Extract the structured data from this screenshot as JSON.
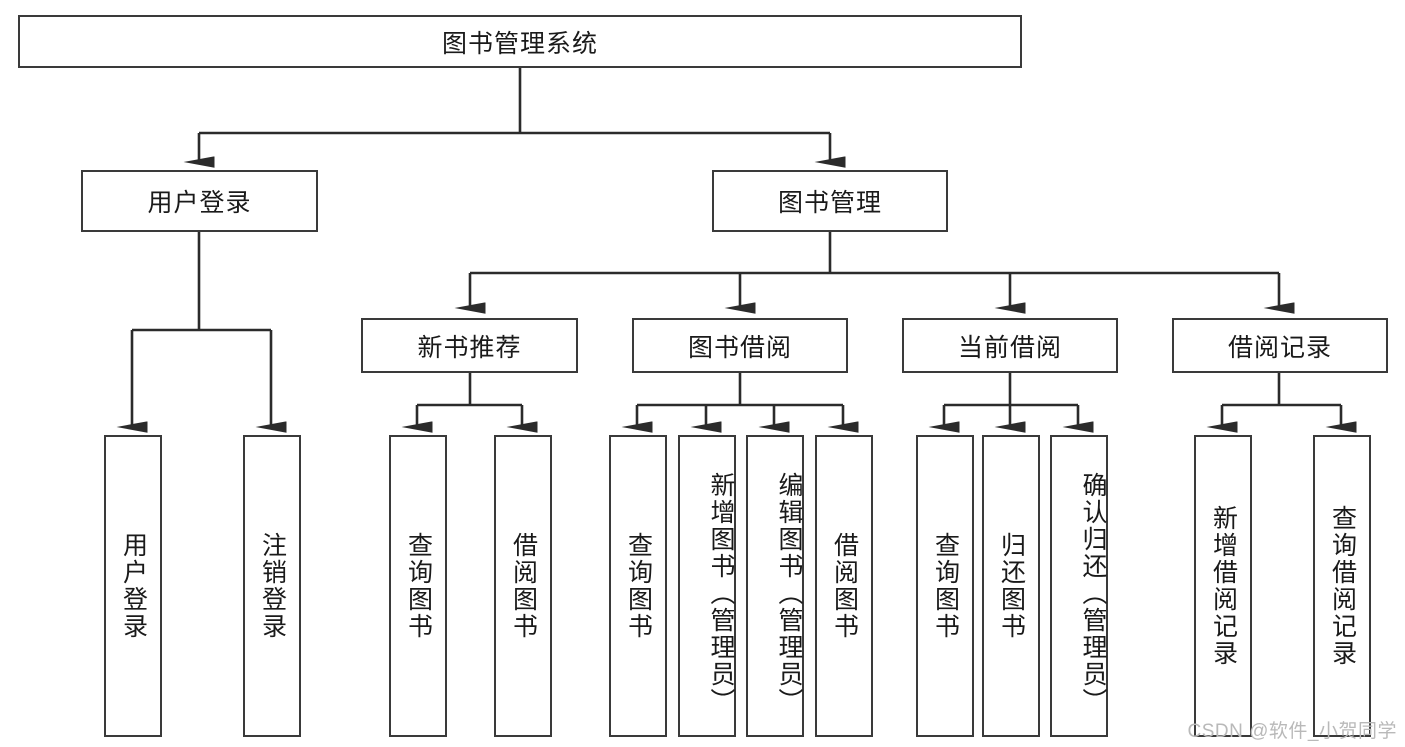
{
  "diagram": {
    "title": "图书管理系统",
    "type": "tree-hierarchy-diagram",
    "watermark": "CSDN @软件_小贺同学",
    "colors": {
      "box_border": "#3a3a3a",
      "box_fill": "#ffffff",
      "connector": "#2b2b2b",
      "text": "#1a1a1a",
      "watermark": "#b9b9b9",
      "background": "#ffffff"
    },
    "root": {
      "label": "图书管理系统"
    },
    "level2": [
      {
        "label": "用户登录"
      },
      {
        "label": "图书管理"
      }
    ],
    "level3": [
      {
        "label": "新书推荐"
      },
      {
        "label": "图书借阅"
      },
      {
        "label": "当前借阅"
      },
      {
        "label": "借阅记录"
      }
    ],
    "leaves": {
      "user_login": [
        {
          "label": "用户登录"
        },
        {
          "label": "注销登录"
        }
      ],
      "new_book_recommend": [
        {
          "label": "查询图书"
        },
        {
          "label": "借阅图书"
        }
      ],
      "book_borrow": [
        {
          "label": "查询图书"
        },
        {
          "label": "新增图书（管理员）"
        },
        {
          "label": "编辑图书（管理员）"
        },
        {
          "label": "借阅图书"
        }
      ],
      "current_borrow": [
        {
          "label": "查询图书"
        },
        {
          "label": "归还图书"
        },
        {
          "label": "确认归还（管理员）"
        }
      ],
      "borrow_record": [
        {
          "label": "新增借阅记录"
        },
        {
          "label": "查询借阅记录"
        }
      ]
    }
  }
}
